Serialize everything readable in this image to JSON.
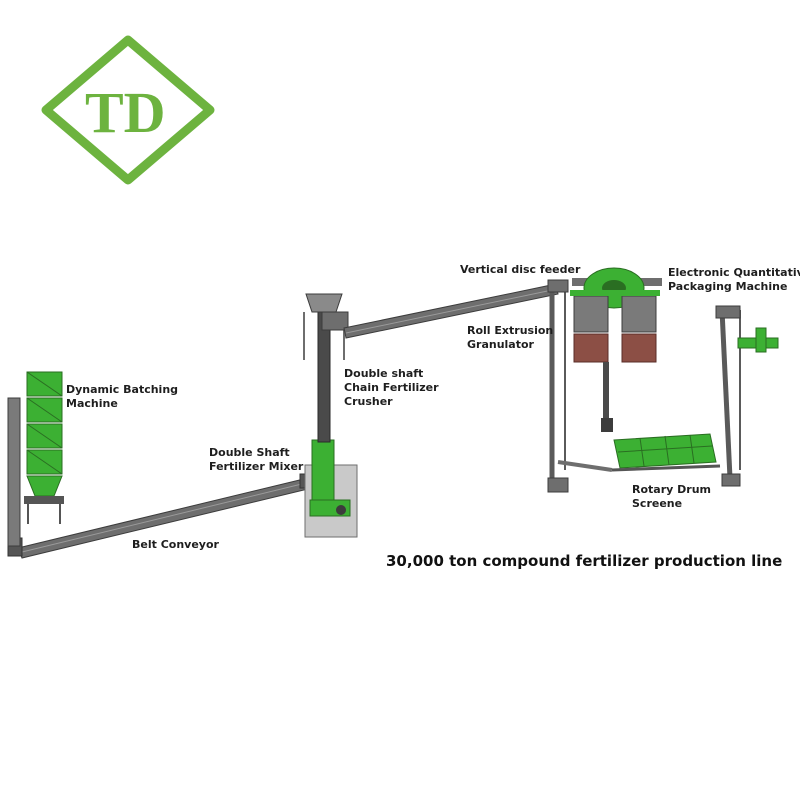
{
  "logo": {
    "text": "TD",
    "color": "#6db33f"
  },
  "title": "30,000 ton compound fertilizer production line",
  "colors": {
    "machine_green": "#3cb033",
    "frame_gray": "#6e6e6e",
    "dark_gray": "#3c3c3c",
    "brown": "#8c4f45"
  },
  "labels": {
    "dynamic_batching": [
      "Dynamic Batching",
      "Machine"
    ],
    "belt_conveyor": "Belt Conveyor",
    "double_shaft_mixer": [
      "Double Shaft",
      "Fertilizer Mixer"
    ],
    "chain_crusher": [
      "Double shaft",
      "Chain Fertilizer",
      "Crusher"
    ],
    "vertical_disc_feeder": "Vertical disc feeder",
    "roll_extrusion": [
      "Roll Extrusion",
      "Granulator"
    ],
    "packaging": [
      "Electronic Quantitative",
      "Packaging Machine"
    ],
    "rotary_drum": [
      "Rotary Drum",
      "Screene"
    ]
  }
}
